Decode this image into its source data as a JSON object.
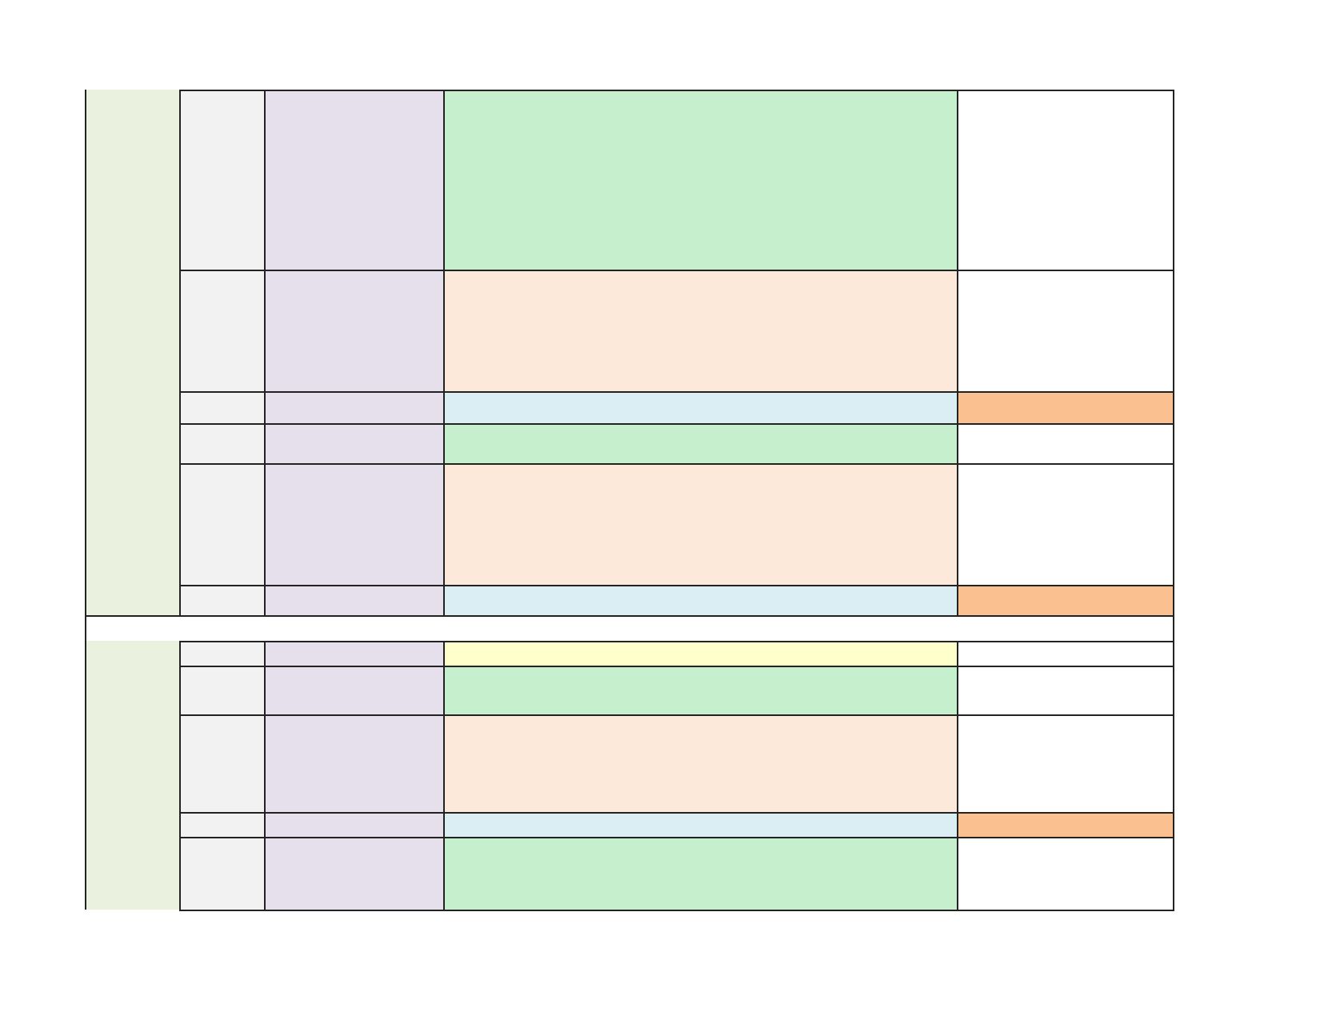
{
  "colors": {
    "section_band": "#eaf1df",
    "col_a": "#f2f2f2",
    "col_b": "#e5e0ec",
    "green": "#c6efce",
    "peach": "#fde9d9",
    "blue": "#daeef3",
    "yellow": "#ffffcc",
    "orange": "#fac090",
    "white": "#ffffff",
    "border": "#222222"
  },
  "table": {
    "sections": [
      {
        "label": "",
        "rows": [
          {
            "col_a": "",
            "col_b": "",
            "col_c": "",
            "col_d": "",
            "fill": "green",
            "right_fill": "white"
          },
          {
            "col_a": "",
            "col_b": "",
            "col_c": "",
            "col_d": "",
            "fill": "peach",
            "right_fill": "white"
          },
          {
            "col_a": "",
            "col_b": "",
            "col_c": "",
            "col_d": "",
            "fill": "blue",
            "right_fill": "orange"
          },
          {
            "col_a": "",
            "col_b": "",
            "col_c": "",
            "col_d": "",
            "fill": "green",
            "right_fill": "white"
          },
          {
            "col_a": "",
            "col_b": "",
            "col_c": "",
            "col_d": "",
            "fill": "peach",
            "right_fill": "white"
          },
          {
            "col_a": "",
            "col_b": "",
            "col_c": "",
            "col_d": "",
            "fill": "blue",
            "right_fill": "orange"
          }
        ]
      },
      {
        "label": "",
        "rows": [
          {
            "col_a": "",
            "col_b": "",
            "col_c": "",
            "col_d": "",
            "fill": "yellow",
            "right_fill": "white"
          },
          {
            "col_a": "",
            "col_b": "",
            "col_c": "",
            "col_d": "",
            "fill": "green",
            "right_fill": "white"
          },
          {
            "col_a": "",
            "col_b": "",
            "col_c": "",
            "col_d": "",
            "fill": "peach",
            "right_fill": "white"
          },
          {
            "col_a": "",
            "col_b": "",
            "col_c": "",
            "col_d": "",
            "fill": "blue",
            "right_fill": "orange"
          },
          {
            "col_a": "",
            "col_b": "",
            "col_c": "",
            "col_d": "",
            "fill": "green",
            "right_fill": "white"
          }
        ]
      }
    ],
    "separator_text": ""
  }
}
